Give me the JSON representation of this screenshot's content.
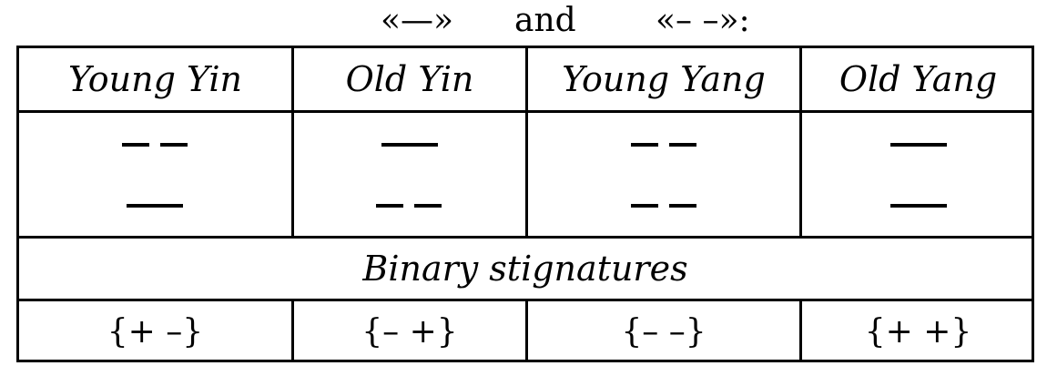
{
  "caption": {
    "left_symbol": "«—»",
    "conjunction": "and",
    "right_symbol": "«– –»:"
  },
  "columns": [
    {
      "header": "Young Yin",
      "top_line": "broken",
      "bottom_line": "solid",
      "signature": "{+ –}"
    },
    {
      "header": "Old Yin",
      "top_line": "solid",
      "bottom_line": "broken",
      "signature": "{– +}"
    },
    {
      "header": "Young Yang",
      "top_line": "broken",
      "bottom_line": "broken",
      "signature": "{– –}"
    },
    {
      "header": "Old Yang",
      "top_line": "solid",
      "bottom_line": "solid",
      "signature": "{+ +}"
    }
  ],
  "section_label": "Binary stignatures"
}
